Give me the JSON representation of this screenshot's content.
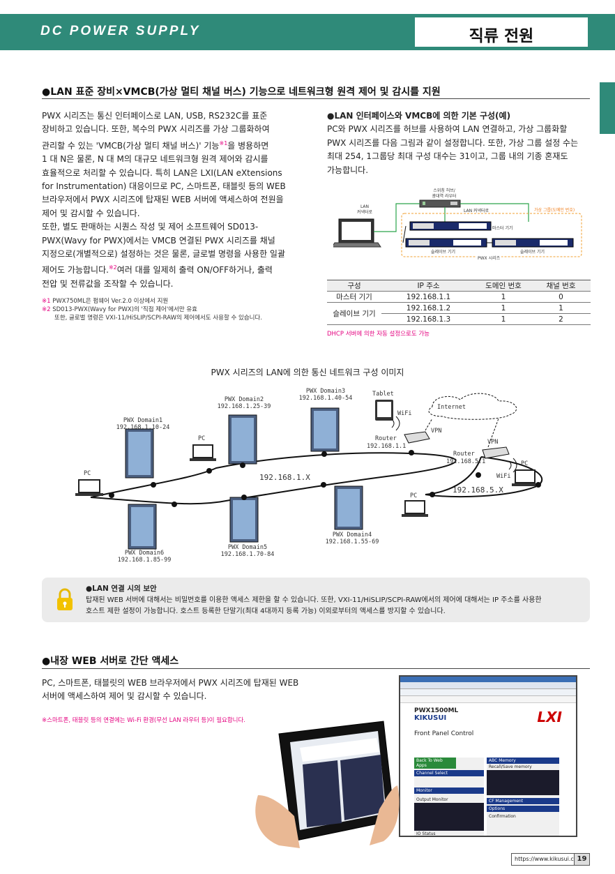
{
  "header": {
    "en_title": "DC POWER SUPPLY",
    "ko_title": "직류 전원"
  },
  "section1": {
    "heading": "●LAN 표준 장비×VMCB(가상 멀티 채널 버스) 기능으로 네트워크형 원격 제어 및 감시를 지원",
    "para_lines": [
      "PWX 시리즈는 통신 인터페이스로 LAN, USB, RS232C를 표준",
      "장비하고 있습니다. 또한, 복수의 PWX 시리즈를 가상 그룹화하여",
      "관리할 수 있는 'VMCB(가상 멀티 채널 버스)' 기능",
      "1 대 N은 물론, N 대 M의 대규모 네트워크형 원격 제어와 감시를",
      "효율적으로 처리할 수 있습니다. 특히 LAN은 LXI(LAN eXtensions",
      "for Instrumentation) 대응이므로 PC, 스마트폰, 태블릿 등의 WEB",
      "브라우저에서 PWX 시리즈에 탑재된 WEB 서버에 액세스하여 전원을",
      "제어 및 감시할 수 있습니다.",
      "또한, 별도 판매하는 시퀀스 작성 및 제어 소프트웨어 SD013-",
      "PWX(Wavy for PWX)에서는 VMCB 연결된 PWX 시리즈를 채널",
      "지정으로(개별적으로) 설정하는 것은 물론, 글로벌 명령을 사용한 일괄",
      "제어도 가능합니다.",
      "여러 대를 일제히 출력 ON/OFF하거나, 출력",
      "전압 및 전류값을 조작할 수 있습니다."
    ],
    "sup1": "※1",
    "sup1_tail": "을 병용하면",
    "sup2": "※2",
    "notes": [
      {
        "mark": "※1",
        "text": "PWX750ML은 펌웨어 Ver.2.0 이상에서 지원"
      },
      {
        "mark": "※2",
        "text": "SD013-PWX(Wavy for PWX)의 '직접 제어'에서만 유효"
      },
      {
        "mark": "",
        "text": "또한, 글로벌 명령은 VXI-11/HiSLIP/SCPI-RAW의 제어에서도 사용할 수 있습니다."
      }
    ]
  },
  "basic_config": {
    "heading": "●LAN 인터페이스와 VMCB에 의한 기본 구성(예)",
    "para_lines": [
      "PC와 PWX 시리즈를 허브를 사용하여 LAN 연결하고, 가상 그룹화할",
      "PWX 시리즈를 다음 그림과 같이 설정합니다. 또한, 가상 그룹 설정 수는",
      "최대 254, 1그룹당 최대 구성 대수는 31이고, 그룹 내의 기종 혼재도",
      "가능합니다."
    ],
    "diagram": {
      "hub_label": "스위칭 허브/\n광대역 라우터",
      "lan_connector_left": "LAN\n커넥터로",
      "lan_connector_right": "LAN 커넥터로",
      "virtual_group": "가상 그룹(도메인 번호)",
      "master": "마스터 기기",
      "slave1": "슬레이브 기기",
      "slave2": "슬레이브 기기",
      "series": "PWX 시리즈"
    },
    "table": {
      "headers": [
        "구성",
        "IP 주소",
        "도메인 번호",
        "채널 번호"
      ],
      "rows": [
        {
          "role": "마스터 기기",
          "ip": "192.168.1.1",
          "domain": "1",
          "channel": "0"
        },
        {
          "role": "슬레이브 기기",
          "ip": "192.168.1.2",
          "domain": "1",
          "channel": "1"
        },
        {
          "role": "",
          "ip": "192.168.1.3",
          "domain": "1",
          "channel": "2"
        }
      ]
    },
    "dhcp_note": "DHCP 서버에 의한 자동 설정으로도 가능"
  },
  "network": {
    "title": "PWX 시리즈의 LAN에 의한 통신 네트워크 구성 이미지",
    "domains": [
      {
        "name": "PWX Domain1",
        "ip": "192.168.1.10-24"
      },
      {
        "name": "PWX Domain2",
        "ip": "192.168.1.25-39"
      },
      {
        "name": "PWX Domain3",
        "ip": "192.168.1.40-54"
      },
      {
        "name": "PWX Domain4",
        "ip": "192.168.1.55-69"
      },
      {
        "name": "PWX Domain5",
        "ip": "192.168.1.70-84"
      },
      {
        "name": "PWX Domain6",
        "ip": "192.168.1.85-99"
      }
    ],
    "pc": "PC",
    "tablet": "Tablet",
    "wifi": "WiFi",
    "internet": "Internet",
    "vpn": "VPN",
    "router": "Router",
    "router1_ip": "192.168.1.1",
    "router2_ip": "192.168.5.1",
    "subnet1": "192.168.1.X",
    "subnet2": "192.168.5.X"
  },
  "security": {
    "title": "●LAN 연결 시의 보안",
    "line1": "탑재된 WEB 서버에 대해서는 비밀번호를 이용한 액세스 제한을 할 수 있습니다. 또한, VXI-11/HiSLIP/SCPI-RAW에서의 제어에 대해서는 IP 주소를 사용한",
    "line2": "호스트 제한 설정이 가능합니다. 호스트 등록한 단말기(최대 4대까지 등록 가능) 이외로부터의 액세스를 방지할 수 있습니다."
  },
  "section2": {
    "heading": "●내장 WEB 서버로 간단 액세스",
    "para_lines": [
      "PC, 스마트폰, 태블릿의 WEB 브라우저에서 PWX 시리즈에 탑재된 WEB",
      "서버에 액세스하여 제어 및 감시할 수 있습니다."
    ],
    "note": "※스마트폰, 태블릿 등의 연결에는 Wi-Fi 환경(무선 LAN 라우터 등)이 필요합니다."
  },
  "browser": {
    "model": "PWX1500ML",
    "brand": "KIKUSUI",
    "lxi": "LXI",
    "page_title": "Front Panel Control",
    "back": "Back To Web Apps",
    "channel_select": "Channel Select",
    "monitor": "Monitor",
    "output_monitor": "Output Monitor",
    "io_status": "IO Status",
    "abc_memory": "ABC Memory",
    "recall_save": "Recall/Save memory",
    "cf_management": "CF Management",
    "options": "Options",
    "confirmation": "Confirmation"
  },
  "footer": {
    "url": "https://www.kikusui.co.jp/",
    "page": "19"
  }
}
